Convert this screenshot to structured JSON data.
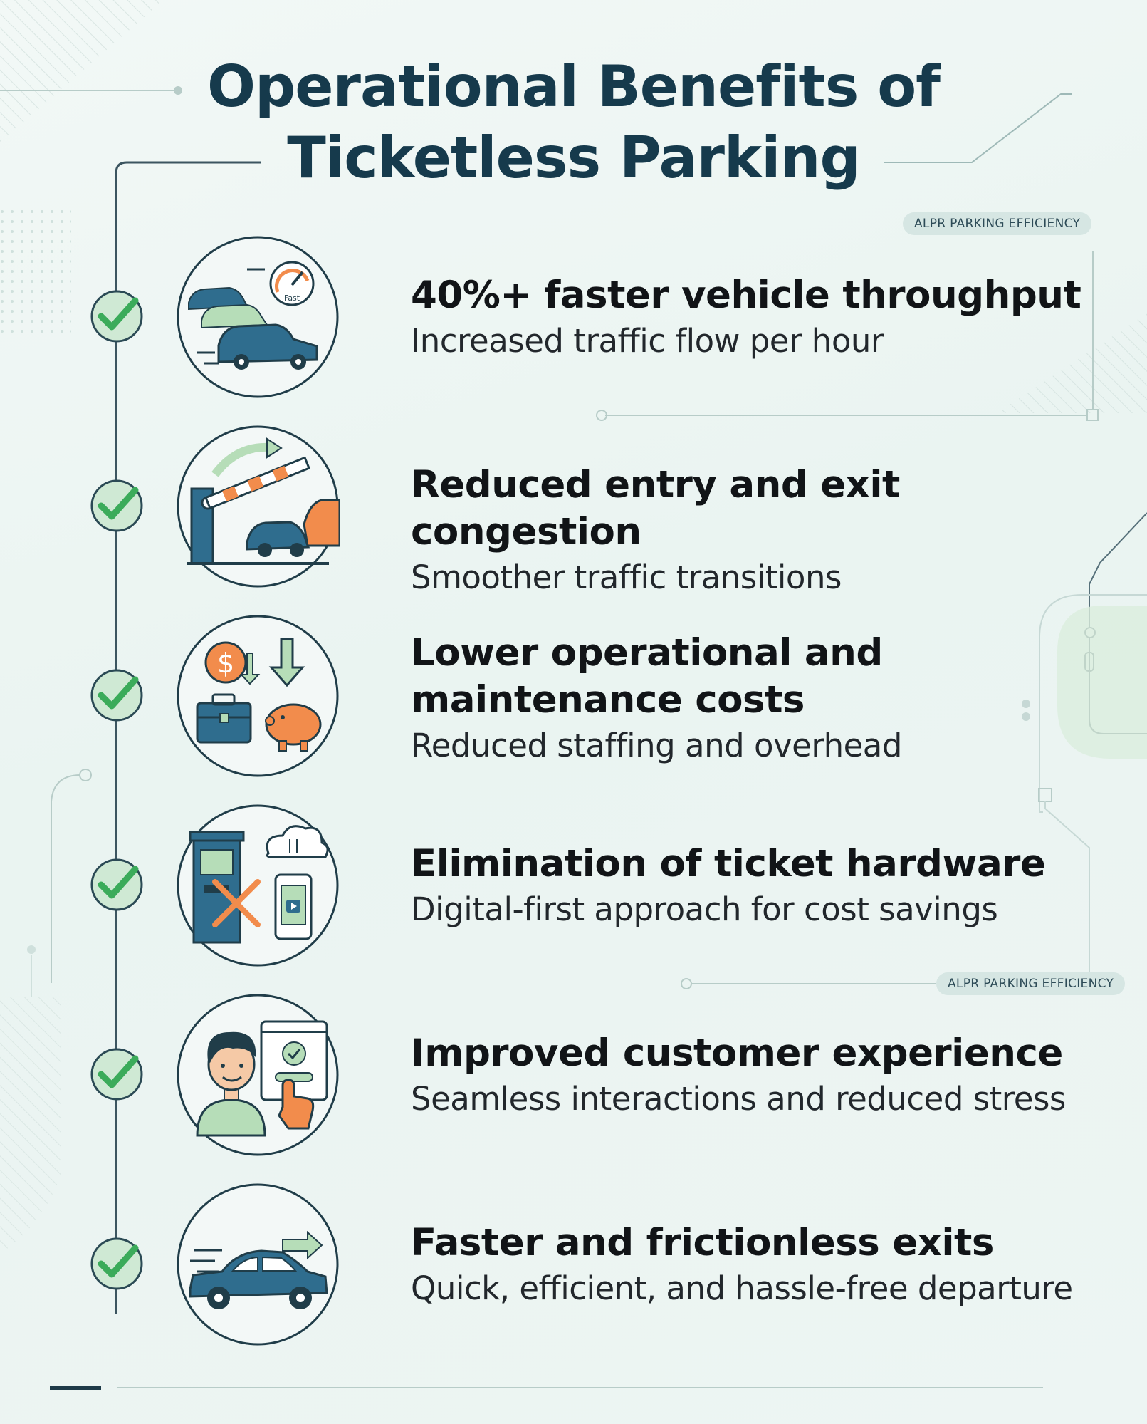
{
  "title": {
    "line1": "Operational Benefits of",
    "line2": "Ticketless Parking"
  },
  "tags": {
    "top": "ALPR PARKING EFFICIENCY",
    "middle": "ALPR PARKING EFFICIENCY"
  },
  "benefits": [
    {
      "heading": "40%+ faster vehicle throughput",
      "description": "Increased traffic flow per hour",
      "icon": "fast-traffic-icon",
      "icon_text": "Fast"
    },
    {
      "heading": "Reduced entry and exit congestion",
      "description": "Smoother traffic transitions",
      "icon": "barrier-gate-icon"
    },
    {
      "heading_line1": "Lower operational and",
      "heading_line2": "maintenance costs",
      "description": "Reduced staffing and overhead",
      "icon": "cost-savings-icon",
      "icon_text": "$"
    },
    {
      "heading": "Elimination of ticket hardware",
      "description": "Digital-first approach for cost savings",
      "icon": "digital-payment-icon"
    },
    {
      "heading": "Improved customer experience",
      "description": "Seamless interactions and reduced stress",
      "icon": "happy-customer-icon"
    },
    {
      "heading": "Faster and frictionless exits",
      "description": "Quick, efficient, and hassle-free departure",
      "icon": "car-exit-icon"
    }
  ],
  "colors": {
    "title": "#163a4c",
    "check": "#3bab5a",
    "check_fill": "#cfe9d4",
    "icon_blue": "#2f6d8e",
    "icon_green": "#b6ddb8",
    "icon_orange": "#f28c4c",
    "line": "#2b4a55"
  }
}
